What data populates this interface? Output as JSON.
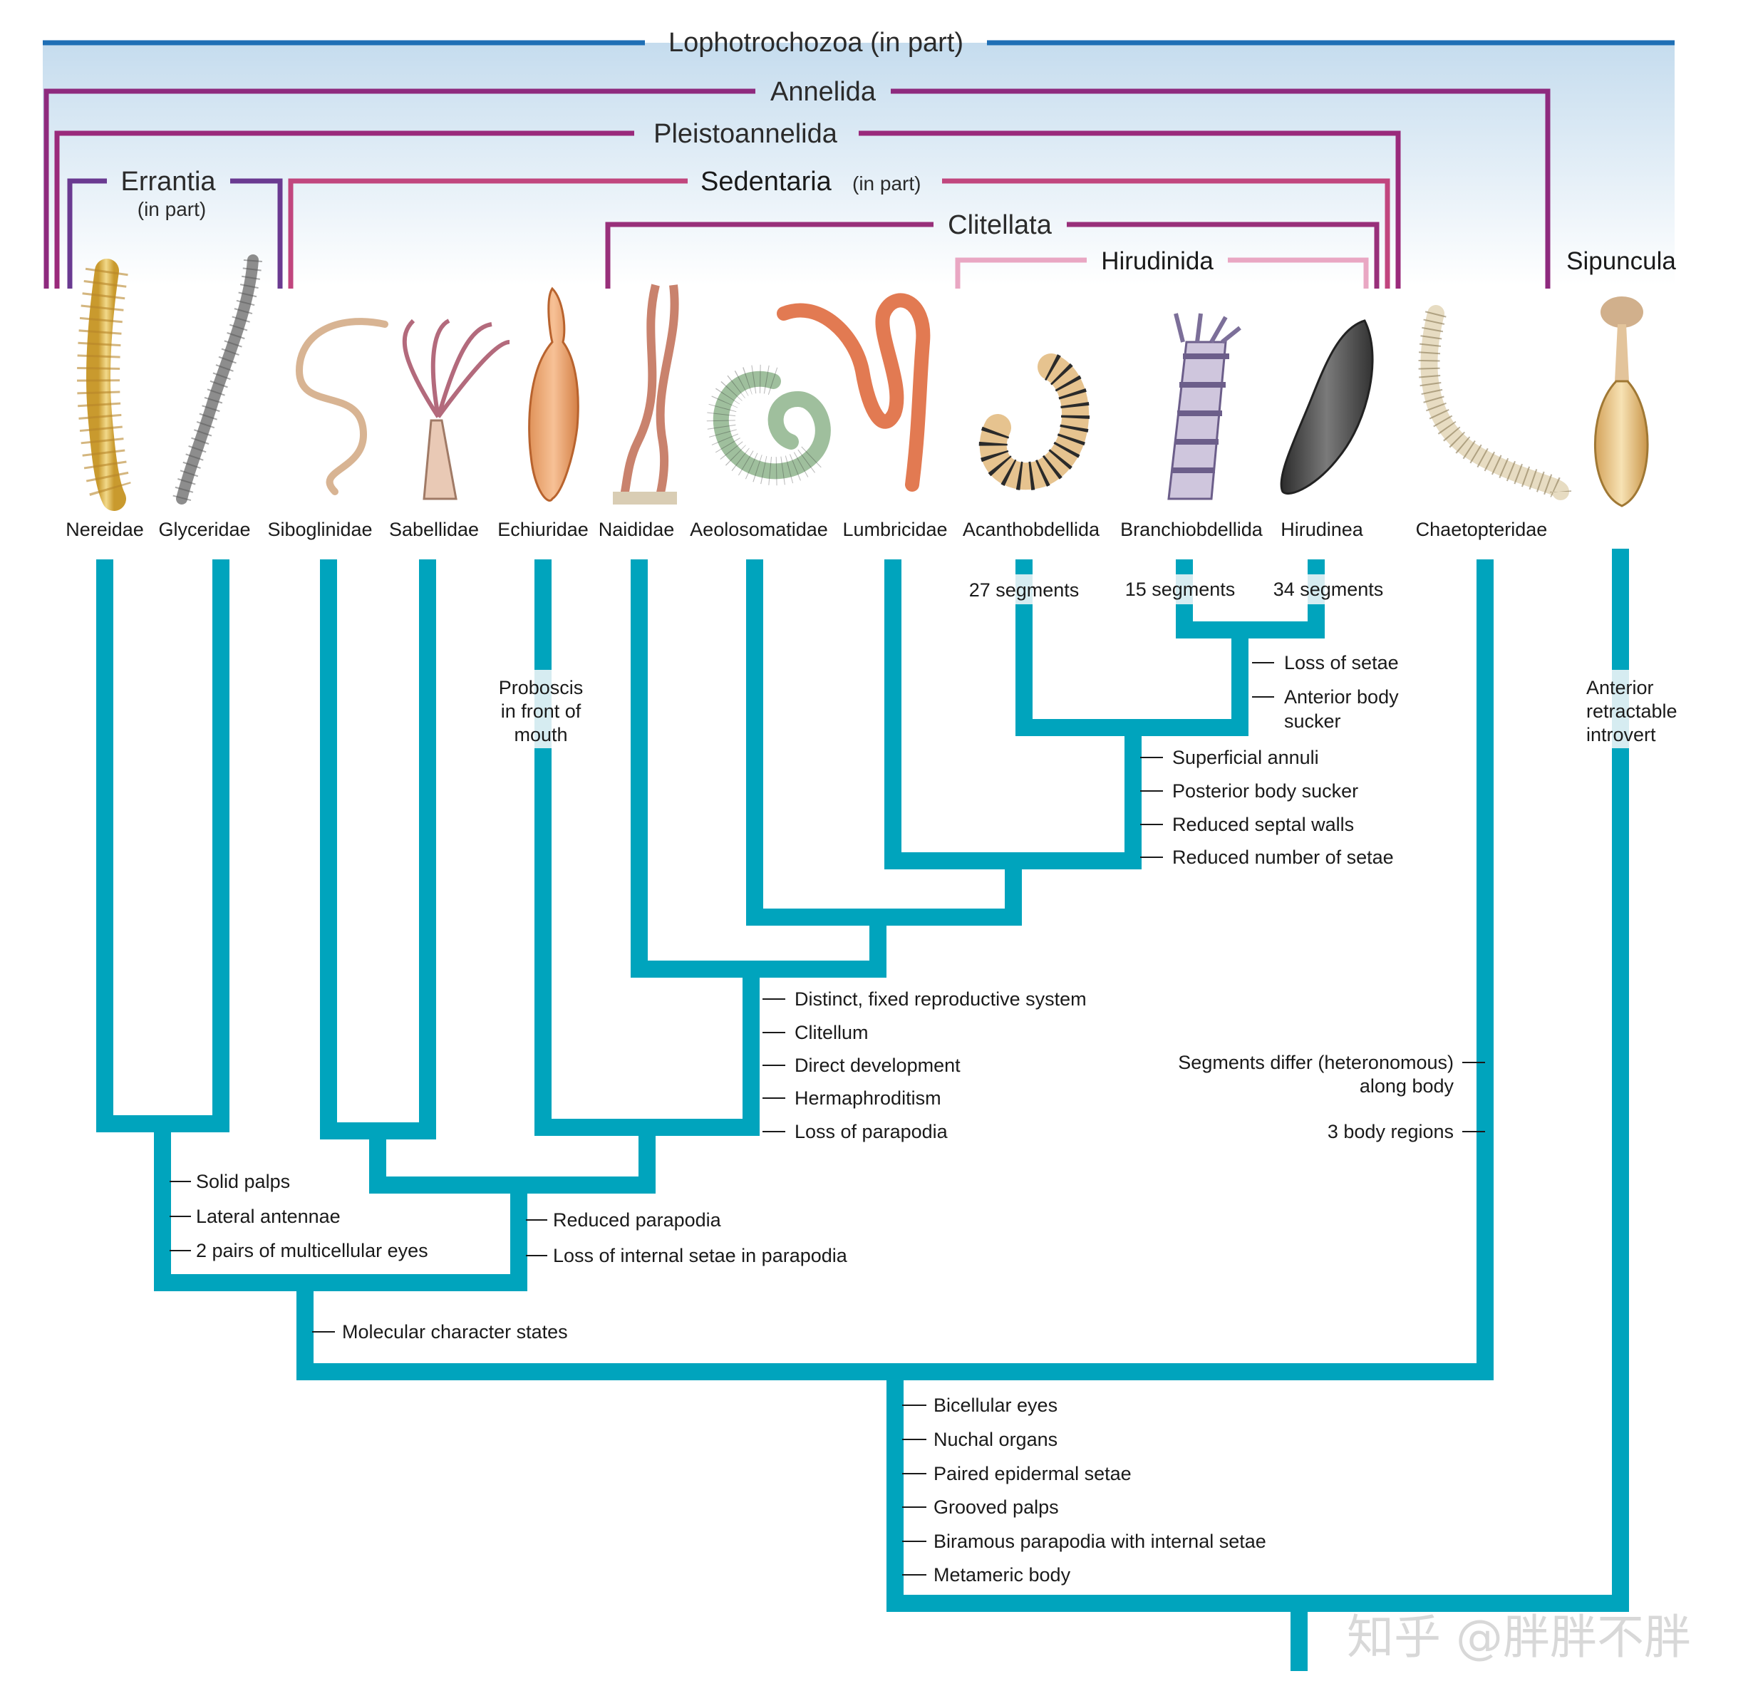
{
  "colors": {
    "tree": "#00a4bd",
    "lophotrochozoa": "#1f6fb5",
    "annelida": "#8e2a7e",
    "pleistoannelida": "#9a2a7b",
    "errantia": "#6a3a91",
    "sedentaria": "#c1467e",
    "clitellata": "#98307a",
    "hirudinida": "#e9a7c3",
    "header_gradient_top": "#c5dcee"
  },
  "brackets": {
    "lophotrochozoa": "Lophotrochozoa (in part)",
    "annelida": "Annelida",
    "pleistoannelida": "Pleistoannelida",
    "errantia": "Errantia",
    "errantia_sub": "(in part)",
    "sedentaria": "Sedentaria",
    "sedentaria_sub": "(in part)",
    "clitellata": "Clitellata",
    "hirudinida": "Hirudinida",
    "sipuncula": "Sipuncula"
  },
  "taxa": [
    {
      "name": "Nereidae",
      "icon": "nereid-worm-illustration"
    },
    {
      "name": "Glyceridae",
      "icon": "glycerid-worm-illustration"
    },
    {
      "name": "Siboglinidae",
      "icon": "siboglinid-worm-illustration"
    },
    {
      "name": "Sabellidae",
      "icon": "fan-worm-illustration"
    },
    {
      "name": "Echiuridae",
      "icon": "spoon-worm-illustration"
    },
    {
      "name": "Naididae",
      "icon": "naidid-worm-illustration"
    },
    {
      "name": "Aeolosomatidae",
      "icon": "aeolosomatid-worm-illustration"
    },
    {
      "name": "Lumbricidae",
      "icon": "earthworm-illustration"
    },
    {
      "name": "Acanthobdellida",
      "icon": "acanthobdellid-illustration"
    },
    {
      "name": "Branchiobdellida",
      "icon": "branchiobdellid-illustration"
    },
    {
      "name": "Hirudinea",
      "icon": "leech-illustration"
    },
    {
      "name": "Chaetopteridae",
      "icon": "parchment-worm-illustration"
    },
    {
      "name": "Sipuncula",
      "icon": "peanut-worm-illustration"
    }
  ],
  "segment_counts": {
    "acanthobdellida": "27 segments",
    "branchiobdellida": "15 segments",
    "hirudinea": "34 segments"
  },
  "branch_labels": {
    "echiuridae": [
      "Proboscis",
      "in front of",
      "mouth"
    ],
    "sipuncula": [
      "Anterior",
      "retractable",
      "introvert"
    ]
  },
  "characters": {
    "hirudinea_branchio": [
      "Loss of setae",
      "Anterior body",
      "sucker"
    ],
    "hirudinida": [
      "Superficial annuli",
      "Posterior body sucker",
      "Reduced septal walls",
      "Reduced number of setae"
    ],
    "clitellata": [
      "Distinct, fixed reproductive system",
      "Clitellum",
      "Direct development",
      "Hermaphroditism",
      "Loss of parapodia"
    ],
    "chaetopteridae": [
      "Segments differ (heteronomous)",
      "along body",
      "3 body regions"
    ],
    "errantia": [
      "Solid palps",
      "Lateral antennae",
      "2 pairs of multicellular eyes"
    ],
    "sedentaria": [
      "Reduced parapodia",
      "Loss of internal setae in parapodia"
    ],
    "pleistoannelida": [
      "Molecular character states"
    ],
    "annelida": [
      "Bicellular eyes",
      "Nuchal organs",
      "Paired epidermal setae",
      "Grooved palps",
      "Biramous parapodia with internal setae",
      "Metameric body"
    ]
  },
  "watermark": "知乎 @胖胖不胖"
}
